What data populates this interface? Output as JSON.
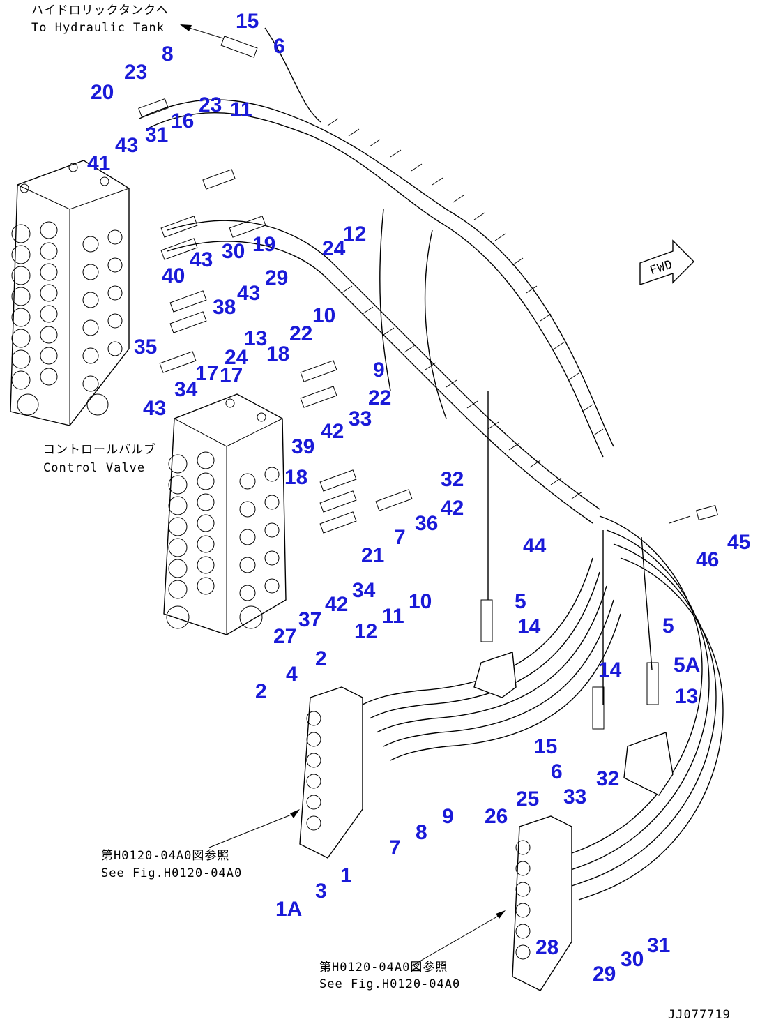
{
  "captions": {
    "hydraulic_tank_jp": "ハイドロリックタンクへ",
    "hydraulic_tank_en": "To Hydraulic Tank",
    "control_valve_jp": "コントロールバルブ",
    "control_valve_en": "Control Valve",
    "see_fig_1_jp": "第H0120-04A0図参照",
    "see_fig_1_en": "See Fig.H0120-04A0",
    "see_fig_2_jp": "第H0120-04A0図参照",
    "see_fig_2_en": "See Fig.H0120-04A0",
    "fwd": "FWD",
    "drawing_code": "JJ077719"
  },
  "callouts": [
    "15",
    "6",
    "8",
    "23",
    "20",
    "16",
    "23",
    "11",
    "31",
    "43",
    "41",
    "12",
    "24",
    "30",
    "19",
    "43",
    "40",
    "43",
    "29",
    "38",
    "35",
    "10",
    "22",
    "13",
    "18",
    "24",
    "17",
    "17",
    "34",
    "43",
    "9",
    "22",
    "33",
    "42",
    "39",
    "18",
    "32",
    "42",
    "36",
    "7",
    "21",
    "34",
    "42",
    "37",
    "27",
    "44",
    "46",
    "45",
    "5",
    "14",
    "5",
    "14",
    "5A",
    "13",
    "15",
    "6",
    "12",
    "11",
    "10",
    "2",
    "4",
    "2",
    "9",
    "8",
    "7",
    "1",
    "3",
    "1A",
    "32",
    "33",
    "25",
    "26",
    "28",
    "31",
    "30",
    "29"
  ]
}
